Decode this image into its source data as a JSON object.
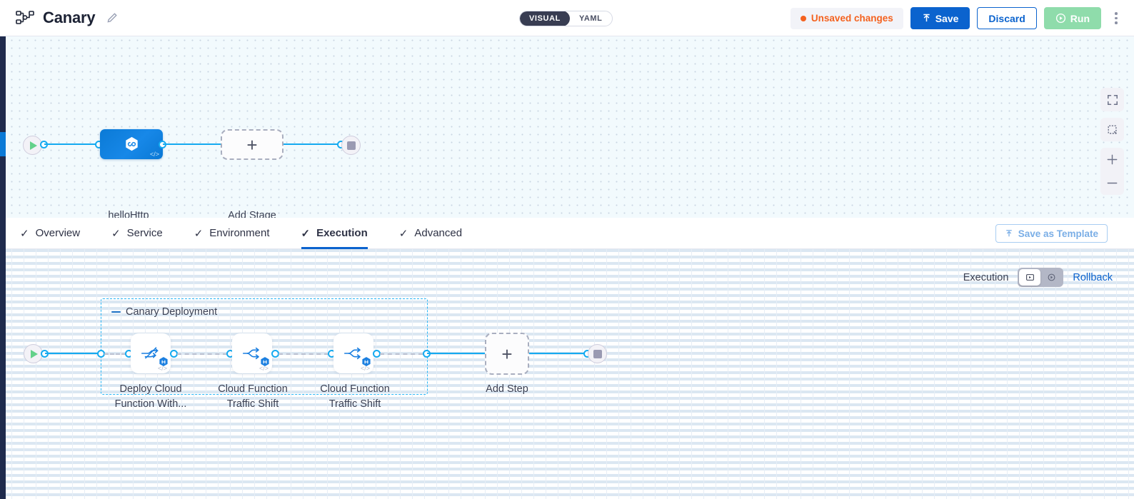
{
  "header": {
    "pipeline_icon": "pipeline-icon",
    "title": "Canary",
    "edit_icon": "pencil-icon",
    "mode_toggle": {
      "options": [
        "VISUAL",
        "YAML"
      ],
      "selected": "VISUAL"
    },
    "unsaved_label": "Unsaved changes",
    "save_label": "Save",
    "discard_label": "Discard",
    "run_label": "Run",
    "more_icon": "kebab-menu-icon",
    "colors": {
      "accent": "#0b63ce",
      "warning": "#f4621f",
      "run": "#8fdcab"
    }
  },
  "top_canvas": {
    "start_icon": "play-icon",
    "end_icon": "stop-icon",
    "stage": {
      "label": "helloHttp",
      "icon": "cloud-function-icon",
      "code_glyph": "</>"
    },
    "add_stage": {
      "label": "Add Stage",
      "icon": "plus-icon"
    },
    "zoom_controls": [
      {
        "name": "fullscreen-icon"
      },
      {
        "name": "select-area-icon"
      },
      {
        "name": "zoom-in-icon"
      },
      {
        "name": "zoom-out-icon"
      }
    ]
  },
  "tabs": [
    {
      "label": "Overview",
      "check": "✓",
      "active": false
    },
    {
      "label": "Service",
      "check": "✓",
      "active": false
    },
    {
      "label": "Environment",
      "check": "✓",
      "active": false
    },
    {
      "label": "Execution",
      "check": "✓",
      "active": true
    },
    {
      "label": "Advanced",
      "check": "✓",
      "active": false
    }
  ],
  "save_as_template": {
    "label": "Save as Template",
    "icon": "upload-icon"
  },
  "execution_bar": {
    "label": "Execution",
    "toggle": {
      "options": [
        "execution-view-icon",
        "rollback-view-icon"
      ],
      "selected_index": 0
    },
    "rollback_label": "Rollback"
  },
  "bottom_canvas": {
    "start_icon": "play-icon",
    "end_icon": "stop-icon",
    "group": {
      "title": "Canary Deployment"
    },
    "steps": [
      {
        "label_line1": "Deploy Cloud",
        "label_line2": "Function With...",
        "icon": "deploy-function-icon",
        "badge": "hexagon-badge",
        "code_glyph": "</>"
      },
      {
        "label_line1": "Cloud Function",
        "label_line2": "Traffic Shift",
        "icon": "traffic-shift-icon",
        "badge": "hexagon-badge",
        "code_glyph": "</>"
      },
      {
        "label_line1": "Cloud Function",
        "label_line2": "Traffic Shift",
        "icon": "traffic-shift-icon",
        "badge": "hexagon-badge",
        "code_glyph": "</>"
      }
    ],
    "add_step": {
      "label": "Add Step",
      "icon": "plus-icon"
    }
  }
}
